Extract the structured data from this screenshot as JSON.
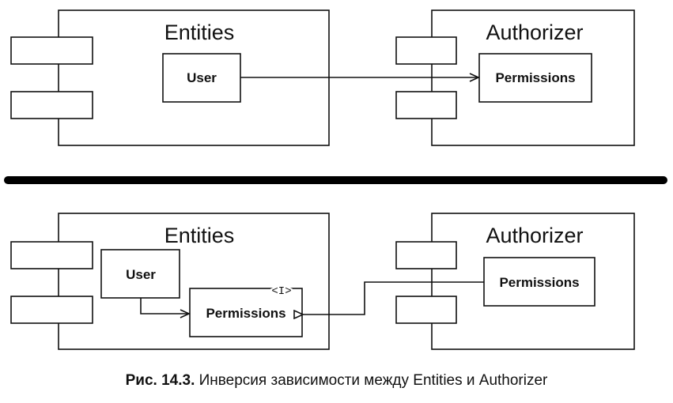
{
  "top": {
    "entities_title": "Entities",
    "user_label": "User",
    "authorizer_title": "Authorizer",
    "permissions_label": "Permissions"
  },
  "bottom": {
    "entities_title": "Entities",
    "user_label": "User",
    "interface_marker": "<I>",
    "permissions_interface_label": "Permissions",
    "authorizer_title": "Authorizer",
    "permissions_label": "Permissions"
  },
  "caption": {
    "figure_number": "Рис. 14.3.",
    "text": "Инверсия зависимости между Entities и Authorizer"
  }
}
